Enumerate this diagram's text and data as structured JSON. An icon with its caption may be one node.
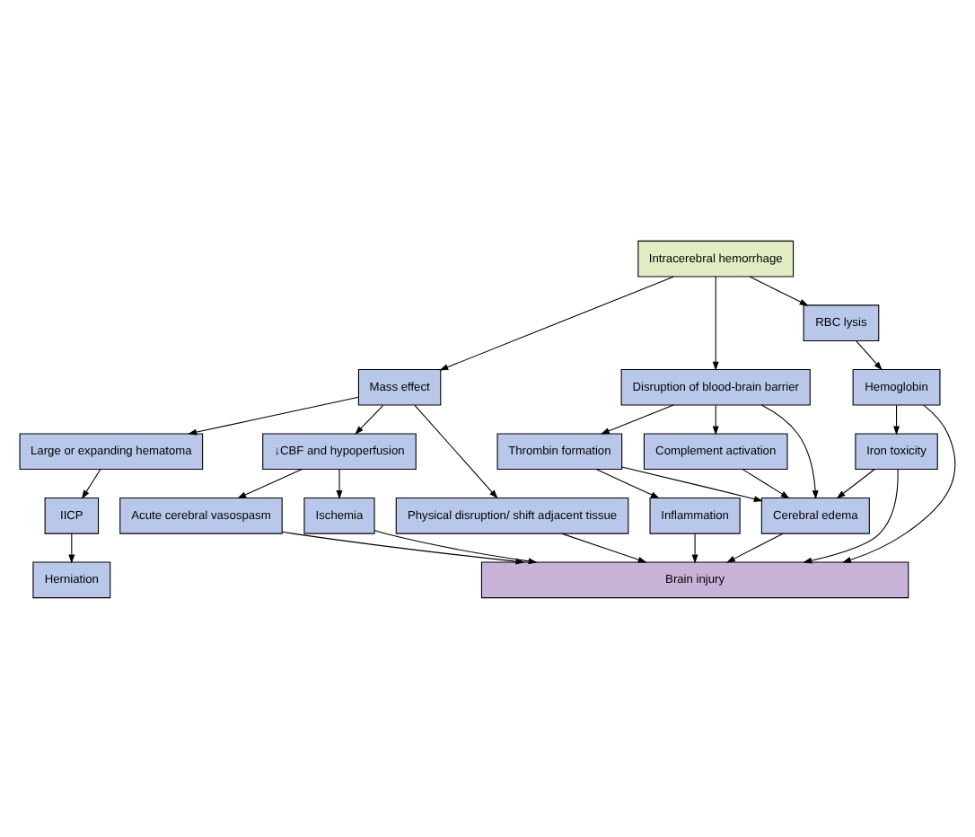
{
  "diagram": {
    "nodes": [
      {
        "text": [
          "Herniation"
        ]
      },
      {
        "text": [
          "IICP"
        ]
      },
      {
        "text": [
          "Large or expanding hematoma"
        ]
      },
      {
        "text": [
          "↓CBF and hypoperfusion"
        ]
      },
      {
        "text": [
          "Mass effect"
        ]
      },
      {
        "text": [
          "Physical disruption/ shift adjacent tissue"
        ]
      },
      {
        "text": [
          "Acute cerebral vasospasm"
        ]
      },
      {
        "text": [
          "Ischemia"
        ]
      },
      {
        "text": [
          "Intracerebral hemorrhage"
        ]
      },
      {
        "text": [
          "Disruption of blood-brain barrier"
        ]
      },
      {
        "text": [
          "Thrombin formation"
        ]
      },
      {
        "text": [
          "Complement activation"
        ]
      },
      {
        "text": [
          "RBC lysis"
        ]
      },
      {
        "text": [
          "Inflammation"
        ]
      },
      {
        "text": [
          "Cerebral edema"
        ]
      },
      {
        "text": [
          "Iron toxicity"
        ]
      },
      {
        "text": [
          "Hemoglobin"
        ]
      },
      {
        "text": [
          "Brain injury"
        ]
      }
    ],
    "edges": [
      {
        "from": 2,
        "to": 1,
        "arrow": "to"
      },
      {
        "from": 1,
        "to": 0,
        "arrow": "to"
      },
      {
        "from": 4,
        "to": 2,
        "arrow": "to"
      },
      {
        "from": 4,
        "to": 3,
        "arrow": "to"
      },
      {
        "from": 4,
        "to": 5,
        "arrow": "to"
      },
      {
        "from": 8,
        "to": 4,
        "arrow": "to"
      },
      {
        "from": 3,
        "to": 6,
        "arrow": "to"
      },
      {
        "from": 3,
        "to": 7,
        "arrow": "to"
      },
      {
        "from": 6,
        "to": 17,
        "arrow": "to"
      },
      {
        "from": 7,
        "to": 17,
        "arrow": "to"
      },
      {
        "from": 8,
        "to": 9,
        "arrow": "to"
      },
      {
        "from": 8,
        "to": 12,
        "arrow": "to"
      },
      {
        "from": 9,
        "to": 10,
        "arrow": "to"
      },
      {
        "from": 9,
        "to": 11,
        "arrow": "to"
      },
      {
        "from": 9,
        "to": 14,
        "arrow": "to"
      },
      {
        "from": 10,
        "to": 13,
        "arrow": "to"
      },
      {
        "from": 10,
        "to": 14,
        "arrow": "to"
      },
      {
        "from": 11,
        "to": 14,
        "arrow": "to"
      },
      {
        "from": 12,
        "to": 16,
        "arrow": "to"
      },
      {
        "from": 16,
        "to": 15,
        "arrow": "to"
      },
      {
        "from": 15,
        "to": 14,
        "arrow": "to"
      },
      {
        "from": 13,
        "to": 17,
        "arrow": "to"
      },
      {
        "from": 14,
        "to": 17,
        "arrow": "to"
      },
      {
        "from": 15,
        "to": 17,
        "arrow": "to"
      },
      {
        "from": 16,
        "to": 17,
        "arrow": "to"
      },
      {
        "from": 5,
        "to": 17,
        "arrow": "to"
      }
    ]
  }
}
